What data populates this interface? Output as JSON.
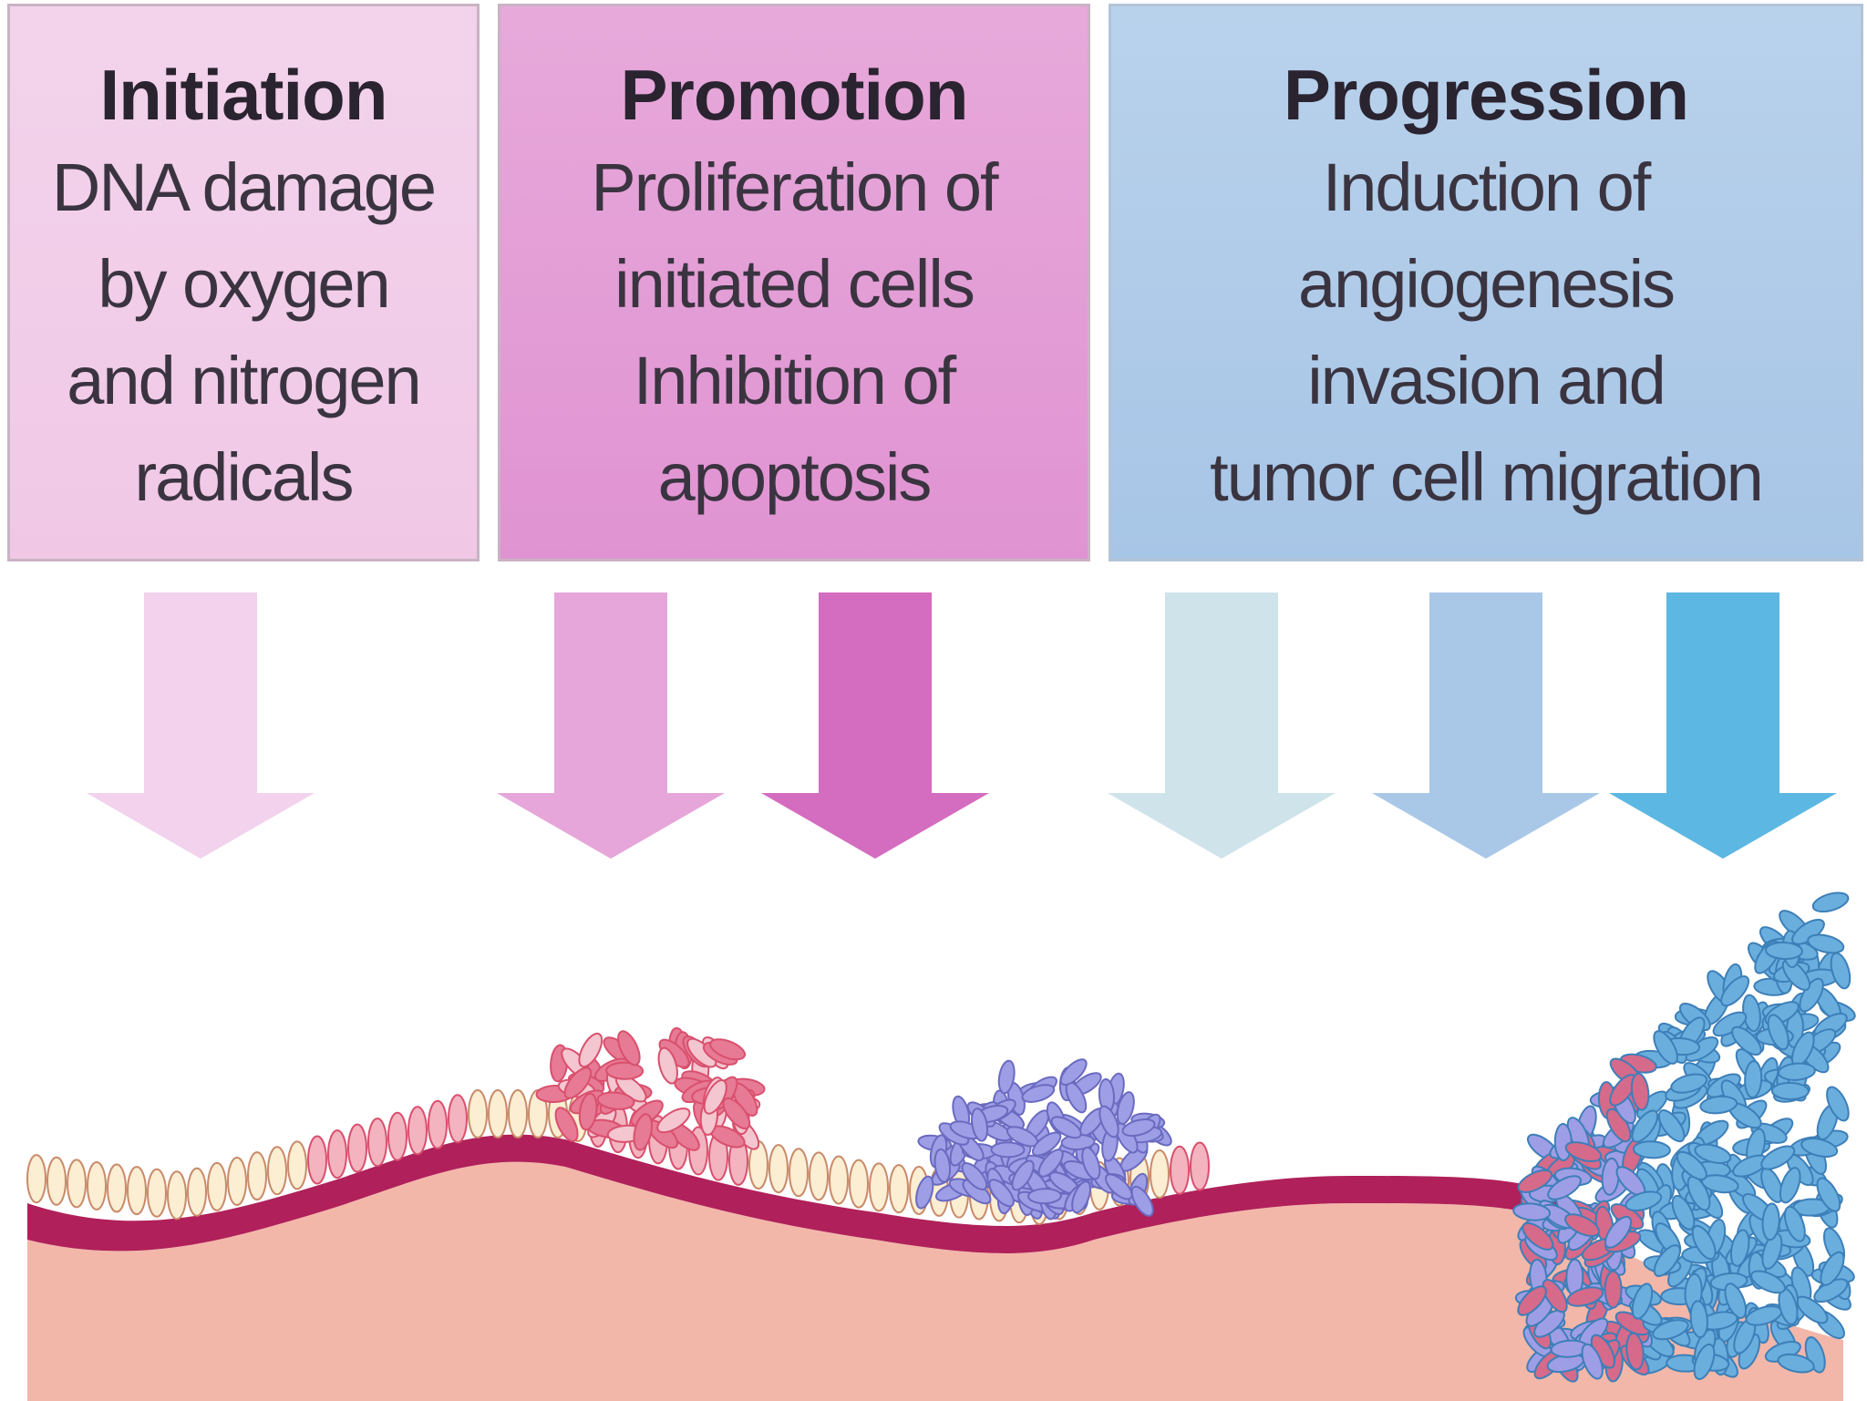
{
  "stages": [
    {
      "id": "initiation",
      "title": "Initiation",
      "description": "DNA damage\nby oxygen\nand nitrogen\nradicals",
      "color": "#f0c8e6"
    },
    {
      "id": "promotion",
      "title": "Promotion",
      "description": "Proliferation of\ninitiated cells\nInhibition of\napoptosis",
      "color": "#e093d2"
    },
    {
      "id": "progression",
      "title": "Progression",
      "description": "Induction of\nangiogenesis\ninvasion and\ntumor cell migration",
      "color": "#a7c5e6"
    }
  ],
  "arrows": [
    {
      "stage": "initiation",
      "color": "#f2d2ec"
    },
    {
      "stage": "promotion",
      "color": "#e6a6da"
    },
    {
      "stage": "promotion",
      "color": "#d46cc0"
    },
    {
      "stage": "progression",
      "color": "#cfe3ea"
    },
    {
      "stage": "progression",
      "color": "#a9c8e8"
    },
    {
      "stage": "progression",
      "color": "#5cb7e2"
    }
  ],
  "tissue_colors": {
    "stroma": "#f2b7a9",
    "basement_membrane": "#b0205a",
    "normal_cells": "#fbeed2",
    "initiated_cells": "#d9506e",
    "promoted_cells": "#9e9ee6",
    "invasive_cells": "#6aaede"
  }
}
